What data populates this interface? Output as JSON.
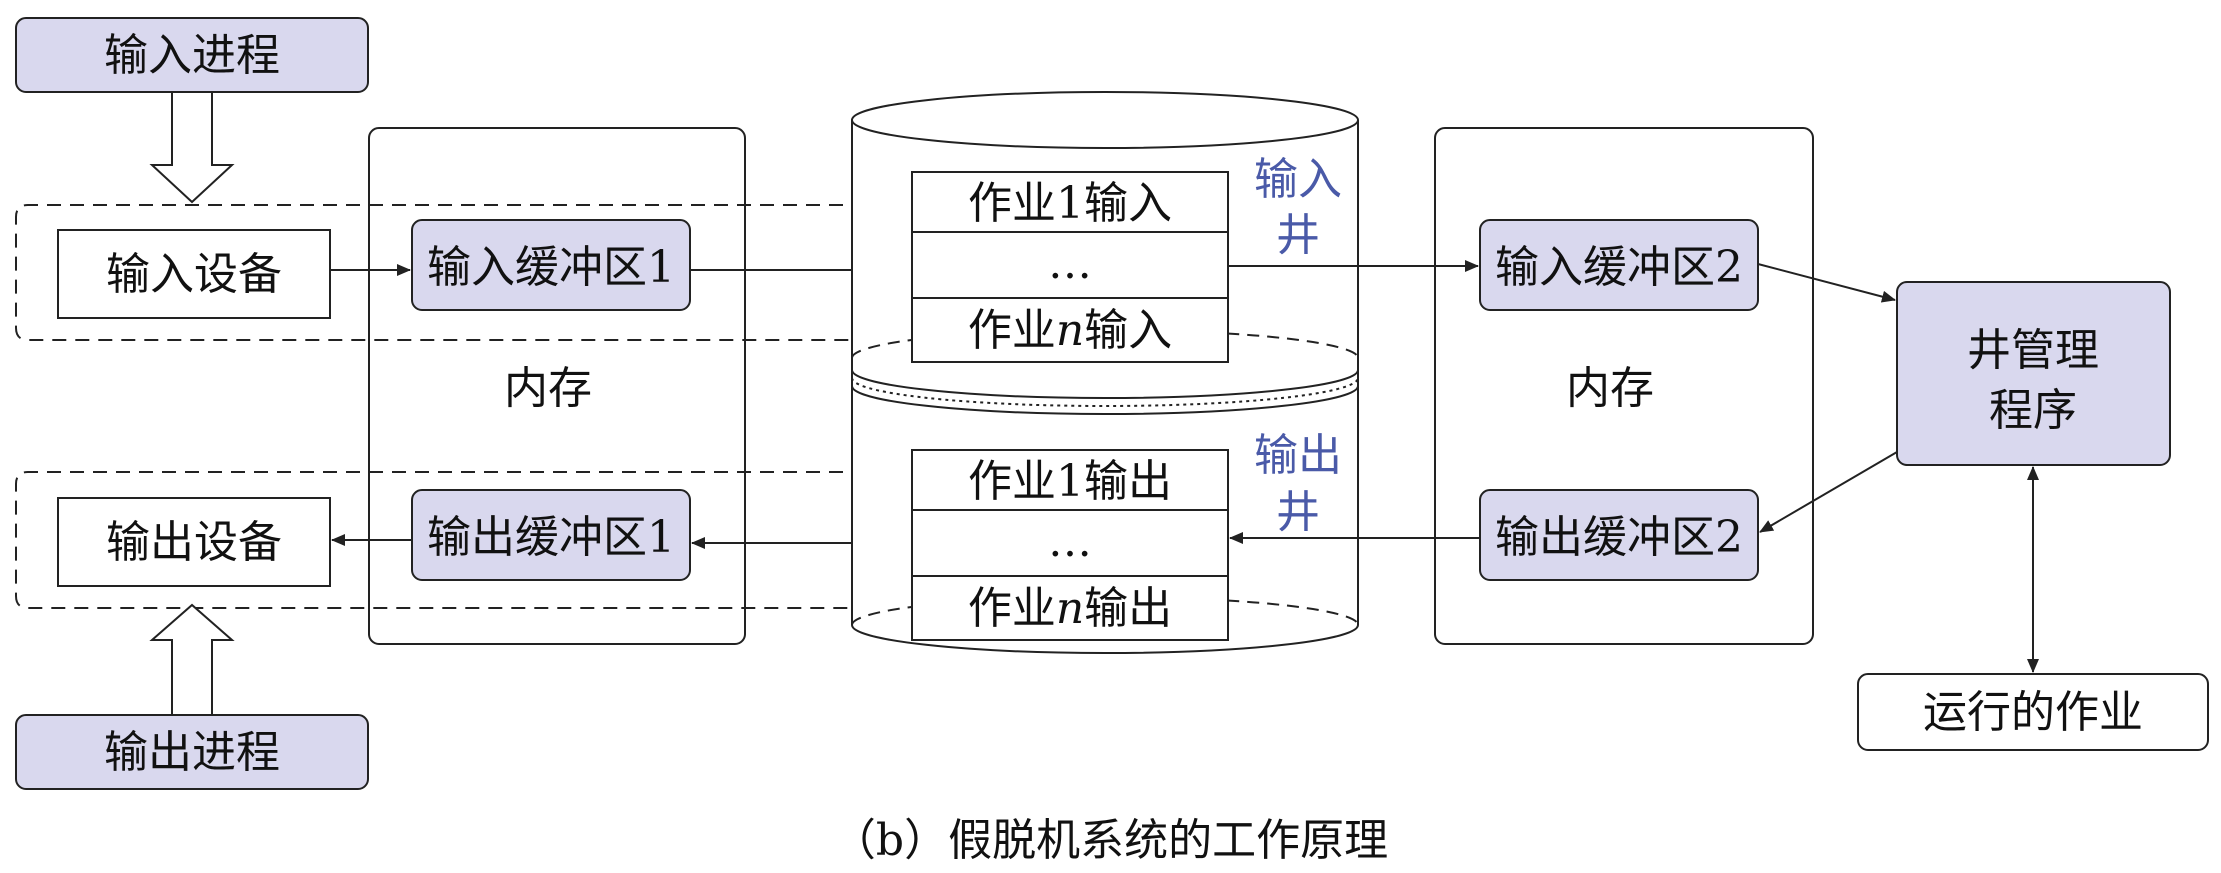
{
  "colors": {
    "box_fill": "#d9d8ee",
    "stroke": "#222222",
    "blue_text": "#4a5aa8"
  },
  "diagram": {
    "input_process": "输入进程",
    "output_process": "输出进程",
    "input_device": "输入设备",
    "output_device": "输出设备",
    "mem_left": "内存",
    "mem_right": "内存",
    "in_buffer_1": "输入缓冲区1",
    "out_buffer_1": "输出缓冲区1",
    "in_buffer_2": "输入缓冲区2",
    "out_buffer_2": "输出缓冲区2",
    "job1_in": "作业1输入",
    "ellipsis_in": "…",
    "jobn_in_prefix": "作业",
    "jobn_in_n": "n",
    "jobn_in_suffix": "输入",
    "job1_out": "作业1输出",
    "ellipsis_out": "…",
    "jobn_out_prefix": "作业",
    "jobn_out_n": "n",
    "jobn_out_suffix": "输出",
    "input_well_line1": "输入",
    "input_well_line2": "井",
    "output_well_line1": "输出",
    "output_well_line2": "井",
    "well_manager_line1": "井管理",
    "well_manager_line2": "程序",
    "running_job": "运行的作业"
  },
  "caption": "（b）假脱机系统的工作原理"
}
